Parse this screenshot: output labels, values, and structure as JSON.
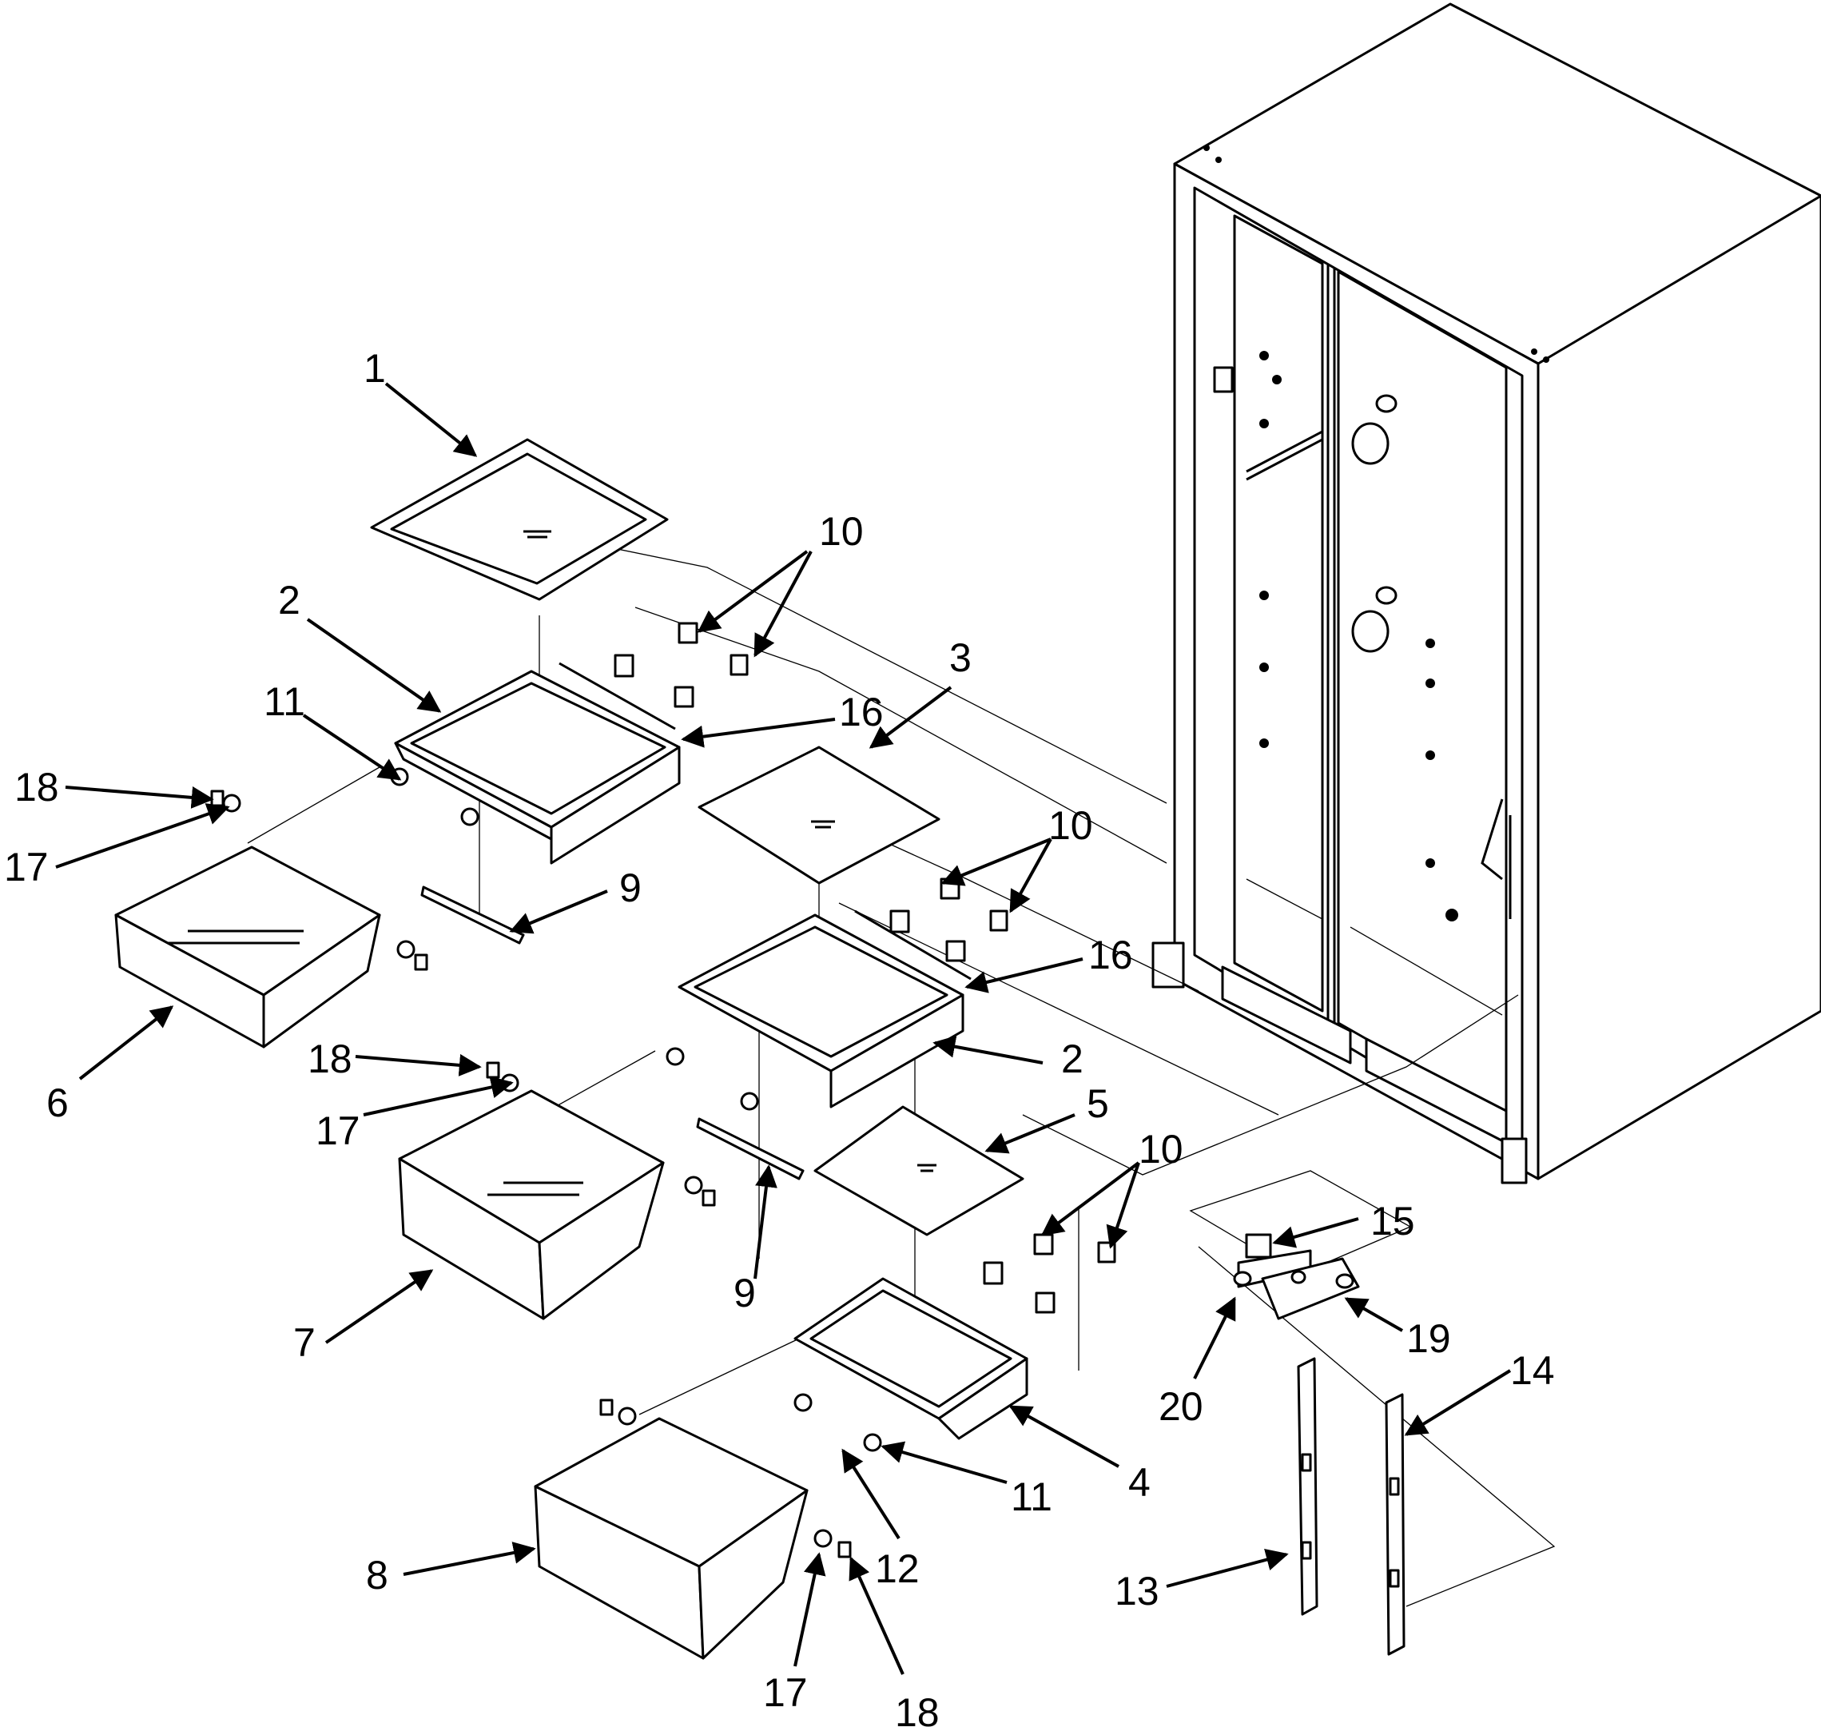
{
  "diagram": {
    "callouts": [
      {
        "id": "c1",
        "label": "1"
      },
      {
        "id": "c10a",
        "label": "10"
      },
      {
        "id": "c2a",
        "label": "2"
      },
      {
        "id": "c16a",
        "label": "16"
      },
      {
        "id": "c11a",
        "label": "11"
      },
      {
        "id": "c3",
        "label": "3"
      },
      {
        "id": "c18a",
        "label": "18"
      },
      {
        "id": "c17a",
        "label": "17"
      },
      {
        "id": "c9a",
        "label": "9"
      },
      {
        "id": "c10b",
        "label": "10"
      },
      {
        "id": "c16b",
        "label": "16"
      },
      {
        "id": "c6",
        "label": "6"
      },
      {
        "id": "c2b",
        "label": "2"
      },
      {
        "id": "c18b",
        "label": "18"
      },
      {
        "id": "c17b",
        "label": "17"
      },
      {
        "id": "c5",
        "label": "5"
      },
      {
        "id": "c10c",
        "label": "10"
      },
      {
        "id": "c15",
        "label": "15"
      },
      {
        "id": "c9b",
        "label": "9"
      },
      {
        "id": "c7",
        "label": "7"
      },
      {
        "id": "c19",
        "label": "19"
      },
      {
        "id": "c20",
        "label": "20"
      },
      {
        "id": "c14",
        "label": "14"
      },
      {
        "id": "c11b",
        "label": "11"
      },
      {
        "id": "c4",
        "label": "4"
      },
      {
        "id": "c12",
        "label": "12"
      },
      {
        "id": "c8",
        "label": "8"
      },
      {
        "id": "c13",
        "label": "13"
      },
      {
        "id": "c17c",
        "label": "17"
      },
      {
        "id": "c18c",
        "label": "18"
      }
    ]
  }
}
